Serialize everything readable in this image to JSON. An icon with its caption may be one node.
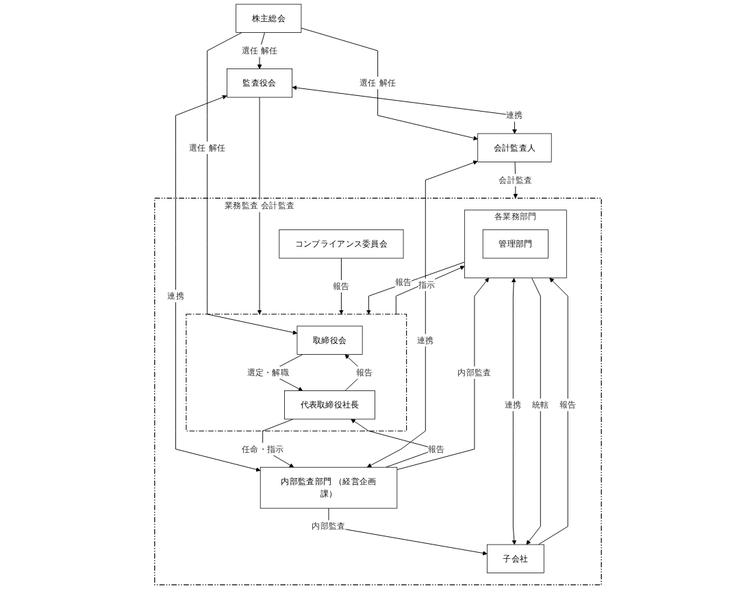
{
  "diagram": {
    "nodes": [
      {
        "text": [
          "株主総会"
        ]
      },
      {
        "text": [],
        "shape": "box"
      },
      {
        "text": [],
        "shape": "box",
        "in": 1
      },
      {
        "text": [
          "取締役会"
        ],
        "in": 2
      },
      {
        "text": [
          "代表取締役社長"
        ],
        "in": 2
      },
      {
        "text": [
          "監査役会"
        ]
      },
      {
        "text": [
          "会計監査人"
        ]
      },
      {
        "text": [
          "内部監査部門 （経営企画課）"
        ],
        "in": 1
      },
      {
        "text": [
          "コンプライアンス委員会"
        ],
        "in": 1
      },
      {
        "text": [
          "各業務部門"
        ],
        "in": 1
      },
      {
        "text": [
          "管理部門"
        ],
        "in": 9
      },
      {
        "text": [
          "子会社"
        ],
        "in": 1
      }
    ],
    "edges": [
      {
        "from": 0,
        "to": 3,
        "arrow": "to",
        "label": "選任 解任"
      },
      {
        "from": 0,
        "to": 5,
        "arrow": "to",
        "label": "選任 解任"
      },
      {
        "from": 0,
        "to": 6,
        "arrow": "to",
        "label": "選任 解任"
      },
      {
        "from": 5,
        "to": 2,
        "arrow": "to",
        "label": "業務監査 会計監査"
      },
      {
        "from": 5,
        "to": 6,
        "arrow": "both",
        "label": "連携"
      },
      {
        "from": 4,
        "to": 3,
        "arrow": "to",
        "label": "報告"
      },
      {
        "from": 3,
        "to": 4,
        "arrow": "to",
        "label": "選定・解職"
      },
      {
        "from": 5,
        "to": 7,
        "arrow": "both",
        "label": "連携"
      },
      {
        "from": 4,
        "to": 7,
        "arrow": "to",
        "label": "任命・指示"
      },
      {
        "from": 7,
        "to": 4,
        "arrow": "to",
        "label": "報告"
      },
      {
        "from": 6,
        "to": 7,
        "arrow": "both",
        "label": "連携"
      },
      {
        "from": 6,
        "to": 1,
        "arrow": "to",
        "label": "会計監査"
      },
      {
        "from": 8,
        "to": 2,
        "arrow": "to",
        "label": "報告"
      },
      {
        "from": 9,
        "to": 2,
        "arrow": "to",
        "label": "報告"
      },
      {
        "from": 2,
        "to": 9,
        "arrow": "to",
        "label": "指示"
      },
      {
        "from": 9,
        "to": 11,
        "arrow": "both",
        "label": "連携"
      },
      {
        "from": 9,
        "to": 11,
        "arrow": "to",
        "label": "統轄"
      },
      {
        "from": 11,
        "to": 9,
        "arrow": "to",
        "label": "報告"
      },
      {
        "from": 7,
        "to": 9,
        "arrow": "to",
        "label": "内部監査"
      },
      {
        "from": 7,
        "to": 11,
        "arrow": "to",
        "label": "内部監査"
      }
    ]
  }
}
